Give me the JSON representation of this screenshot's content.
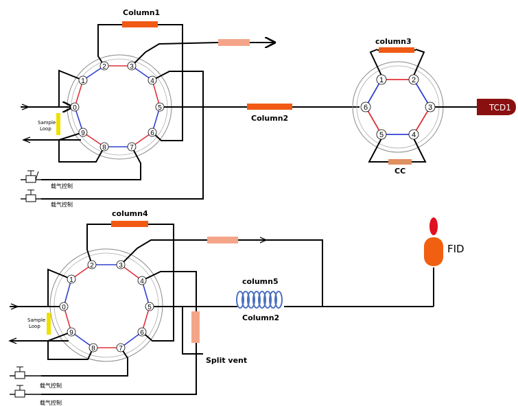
{
  "top": {
    "valve10_ports": [
      "1",
      "2",
      "3",
      "4",
      "5",
      "6",
      "7",
      "8",
      "9",
      "0"
    ],
    "column1_label": "Column1",
    "column2_label": "Column2",
    "column3_label": "column3",
    "cc_label": "CC",
    "tcd_label": "TCD1",
    "sample_loop_label_1": "Sample",
    "sample_loop_label_2": "Loop",
    "carrier_label_1": "载气控制",
    "carrier_label_2": "载气控制",
    "valve6_ports": [
      "1",
      "2",
      "3",
      "4",
      "5",
      "6"
    ]
  },
  "bottom": {
    "valve10_ports": [
      "1",
      "2",
      "3",
      "4",
      "5",
      "6",
      "7",
      "8",
      "9",
      "0"
    ],
    "column4_label": "column4",
    "column5_label": "column5",
    "column2_label": "Column2",
    "split_vent_label": "Split vent",
    "fid_label": "FID",
    "sample_loop_label_1": "Sample",
    "sample_loop_label_2": "Loop",
    "carrier_label_1": "载气控制",
    "carrier_label_2": "载气控制"
  },
  "colors": {
    "column": "#f05a14",
    "restrictor": "#f4a589",
    "sample_loop": "#f0e000",
    "red_line": "#e0303a",
    "blue_line": "#3040d0",
    "tcd": "#8a1010",
    "fid_body": "#f06010",
    "fid_flame": "#e01020",
    "coil": "#4a70c0"
  }
}
